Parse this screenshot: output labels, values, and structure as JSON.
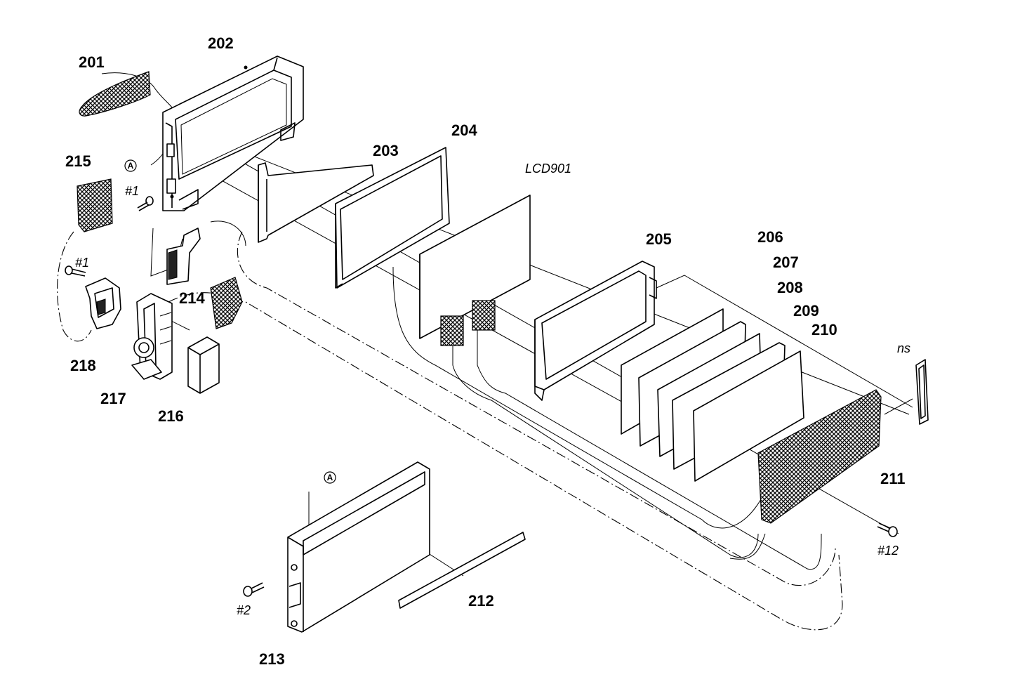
{
  "labels": {
    "p201": "201",
    "p202": "202",
    "p203": "203",
    "p204": "204",
    "p205": "205",
    "p206": "206",
    "p207": "207",
    "p208": "208",
    "p209": "209",
    "p210": "210",
    "p211": "211",
    "p212": "212",
    "p213": "213",
    "p214": "214",
    "p215": "215",
    "p216": "216",
    "p217": "217",
    "p218": "218",
    "lcd": "LCD901",
    "ns": "ns",
    "screw1a": "#1",
    "screw1b": "#1",
    "screw2": "#2",
    "screw12": "#12",
    "refA_top": "A",
    "refA_bottom": "A"
  }
}
